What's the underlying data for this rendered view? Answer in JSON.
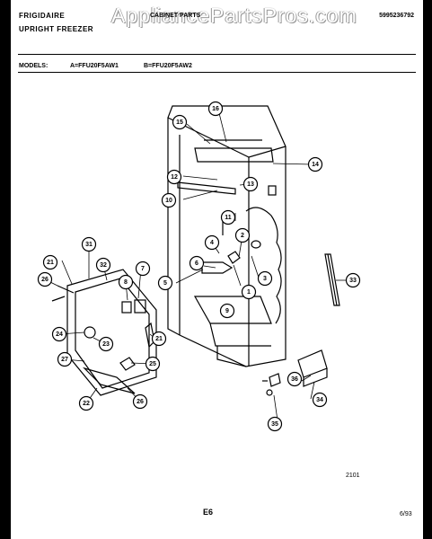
{
  "header": {
    "brand": "FRIGIDAIRE",
    "product_type": "UPRIGHT FREEZER",
    "section": "CABINET PARTS",
    "part_number": "5995236792",
    "watermark": "AppliancePartsPros.com"
  },
  "models": {
    "label": "MODELS:",
    "a": "A=FFU20F5AW1",
    "b": "B=FFU20F5AW2"
  },
  "diagram": {
    "callouts": [
      "1",
      "2",
      "3",
      "4",
      "5",
      "6",
      "7",
      "8",
      "9",
      "10",
      "11",
      "12",
      "13",
      "14",
      "15",
      "16",
      "21",
      "21",
      "22",
      "23",
      "24",
      "25",
      "26",
      "26",
      "27",
      "31",
      "32",
      "33",
      "34",
      "35",
      "36"
    ]
  },
  "footer": {
    "diagram_code": "2101",
    "page": "E6",
    "date": "6/93"
  }
}
